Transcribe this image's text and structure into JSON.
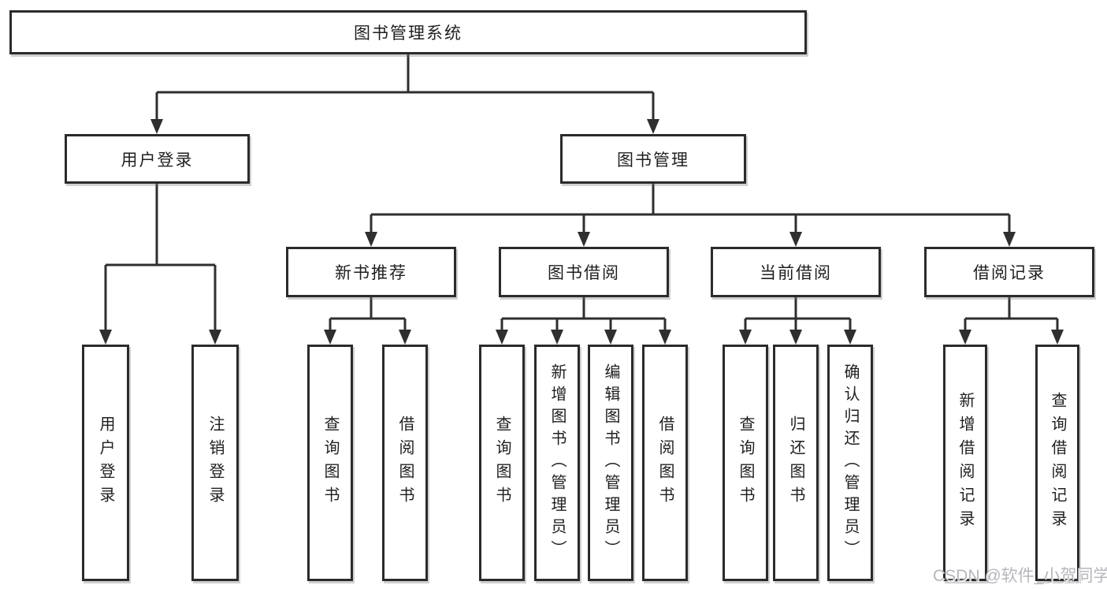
{
  "diagram": {
    "title": "图书管理系统",
    "level2": {
      "user_login": "用户登录",
      "book_management": "图书管理"
    },
    "level3": {
      "new_book": "新书推荐",
      "book_borrow": "图书借阅",
      "current_borrow": "当前借阅",
      "borrow_record": "借阅记录"
    },
    "leaves": {
      "user_login": [
        "用户登录",
        "注销登录"
      ],
      "new_book": [
        "查询图书",
        "借阅图书"
      ],
      "book_borrow": [
        "查询图书",
        "新增图书（管理员）",
        "编辑图书（管理员）",
        "借阅图书"
      ],
      "current_borrow": [
        "查询图书",
        "归还图书",
        "确认归还（管理员）"
      ],
      "borrow_record": [
        "新增借阅记录",
        "查询借阅记录"
      ]
    }
  },
  "watermark": "CSDN @软件_小贺同学",
  "colors": {
    "line": "#2f2f2f",
    "box_border": "#2b2b2b",
    "text": "#1f1f1f",
    "watermark": "#b6b6bc",
    "background": "#ffffff"
  }
}
